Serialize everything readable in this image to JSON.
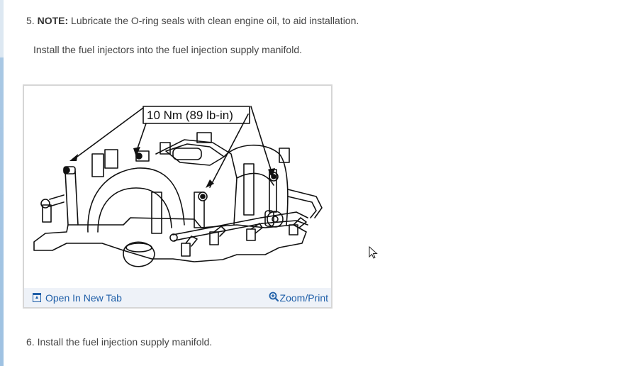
{
  "steps": {
    "step5": {
      "number": "5.",
      "note_label": "NOTE:",
      "note_text": "Lubricate the O-ring seals with clean engine oil, to aid installation.",
      "instruction": "Install the fuel injectors into the fuel injection supply manifold."
    },
    "step6": {
      "number": "6.",
      "text": "Install the fuel injection supply manifold."
    }
  },
  "figure": {
    "callout": "10 Nm (89 lb-in)",
    "subject": "fuel injection supply manifold with fuel injectors",
    "footer": {
      "open_link": "Open In New Tab",
      "open_icon": "open-new-tab-icon",
      "zoom_link": "Zoom/Print",
      "zoom_icon": "zoom-in-icon"
    }
  },
  "colors": {
    "text": "#444444",
    "link": "#1f5fa8",
    "card_border": "#d6d6d6",
    "footer_bg": "#eef2f8",
    "left_strip": "#a9c8e4"
  }
}
